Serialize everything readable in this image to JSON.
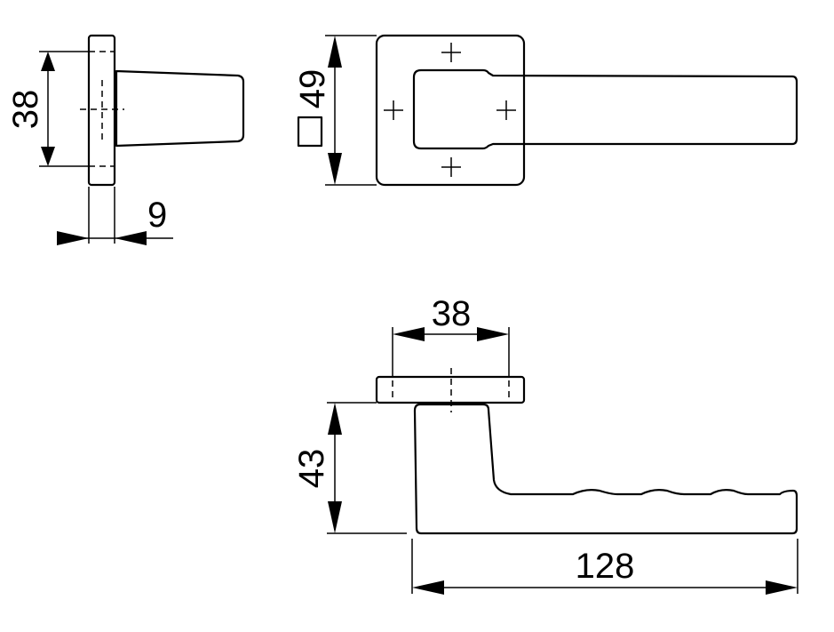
{
  "dimensions": {
    "side_rose_height": "38",
    "side_rose_depth": "9",
    "front_square_spindle": "49",
    "top_rose_width": "38",
    "top_handle_height": "43",
    "top_handle_length": "128"
  }
}
